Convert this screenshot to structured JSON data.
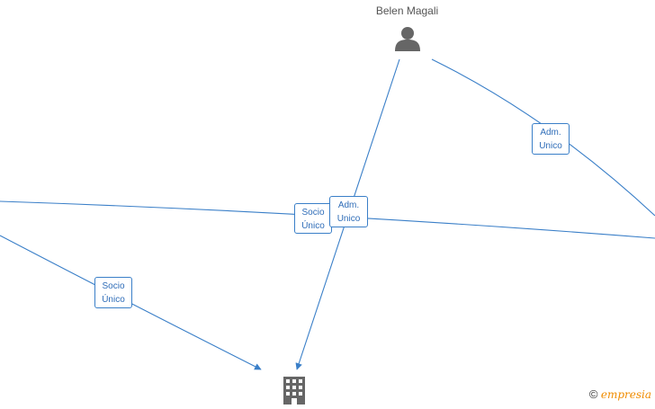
{
  "nodes": {
    "person": {
      "name": "Belen Magali",
      "icon": "person-icon"
    },
    "company": {
      "icon": "building-icon"
    }
  },
  "edge_labels": [
    {
      "line1": "Adm.",
      "line2": "Unico"
    },
    {
      "line1": "Socio",
      "line2": "Único"
    },
    {
      "line1": "Adm.",
      "line2": "Unico"
    },
    {
      "line1": "Socio",
      "line2": "Único"
    }
  ],
  "colors": {
    "edge": "#3a7fc8",
    "label_text": "#2f6db8",
    "icon": "#666666",
    "brand": "#f08c00"
  },
  "footer": {
    "copyright": "©",
    "brand_initial": "e",
    "brand_rest": "mpresia"
  }
}
